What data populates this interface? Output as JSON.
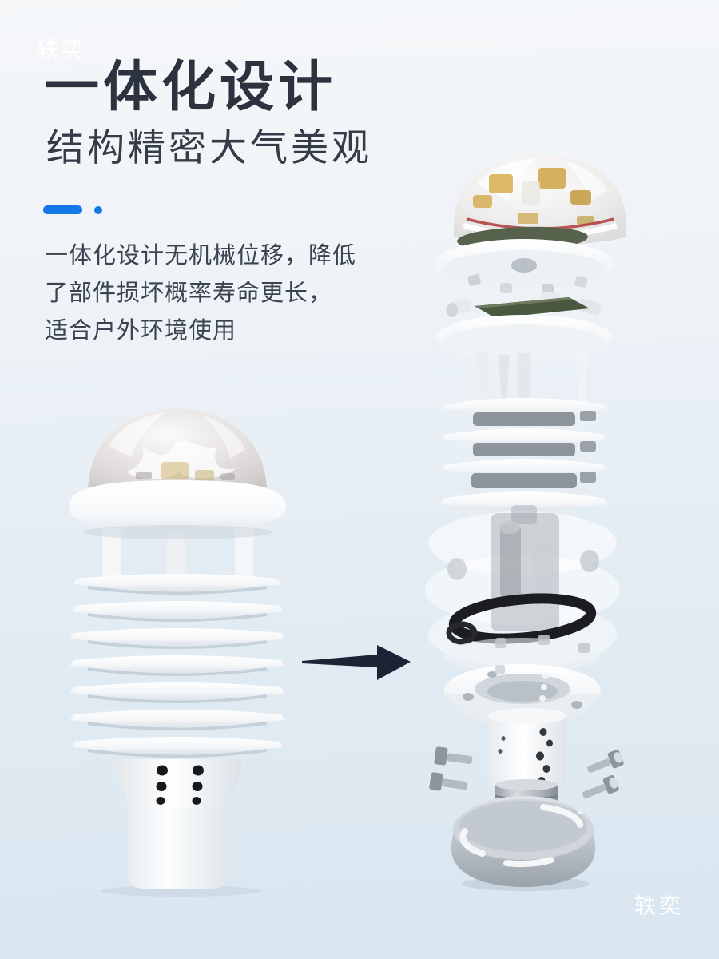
{
  "page": {
    "background_top": "#f5f7f9",
    "background_bottom": "#d9e6f0"
  },
  "brand": {
    "top_left": "轶奕",
    "bottom_right": "轶奕"
  },
  "header": {
    "title": "一体化设计",
    "subtitle": "结构精密大气美观"
  },
  "divider": {
    "accent_color": "#1677e8"
  },
  "description": {
    "text": "一体化设计无机械位移，降低\n了部件损坏概率寿命更长，\n适合户外环境使用"
  },
  "figures": {
    "assembled_label": "weather-sensor-assembled-illustration",
    "exploded_label": "weather-sensor-exploded-view-illustration",
    "arrow_label": "arrow-right-icon"
  },
  "colors": {
    "title_text": "#2c333e",
    "body_text": "#3a434f",
    "accent_blue": "#1677e8",
    "arrow_navy": "#1b2434",
    "dome_ring_orange": "#dd9b80",
    "pcb_green": "#57624c",
    "gasket_black": "#1b1d20",
    "metal_silver": "#b9c0c7",
    "product_white": "#ffffff"
  }
}
